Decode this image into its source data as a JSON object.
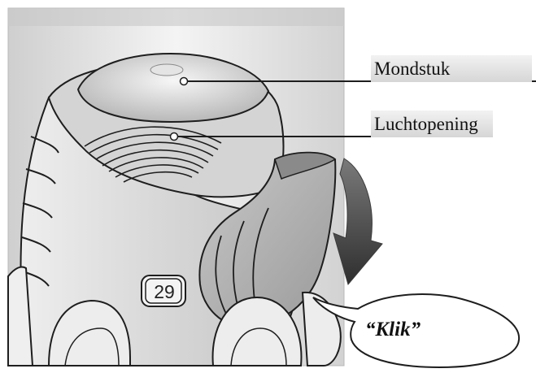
{
  "labels": {
    "mouthpiece": "Mondstuk",
    "air_vent": "Luchtopening",
    "click_sound": "“Klik”"
  },
  "device": {
    "dose_counter": "29"
  },
  "icons": {
    "rotation_arrow": "curved-arrow-down-icon"
  },
  "colors": {
    "background_panel": "#e6e6e6",
    "device_body": "#dcdcdc",
    "callout_fill": "#d6d6d6",
    "arrow": "#3c3c3c",
    "outline": "#1e1e1e"
  }
}
